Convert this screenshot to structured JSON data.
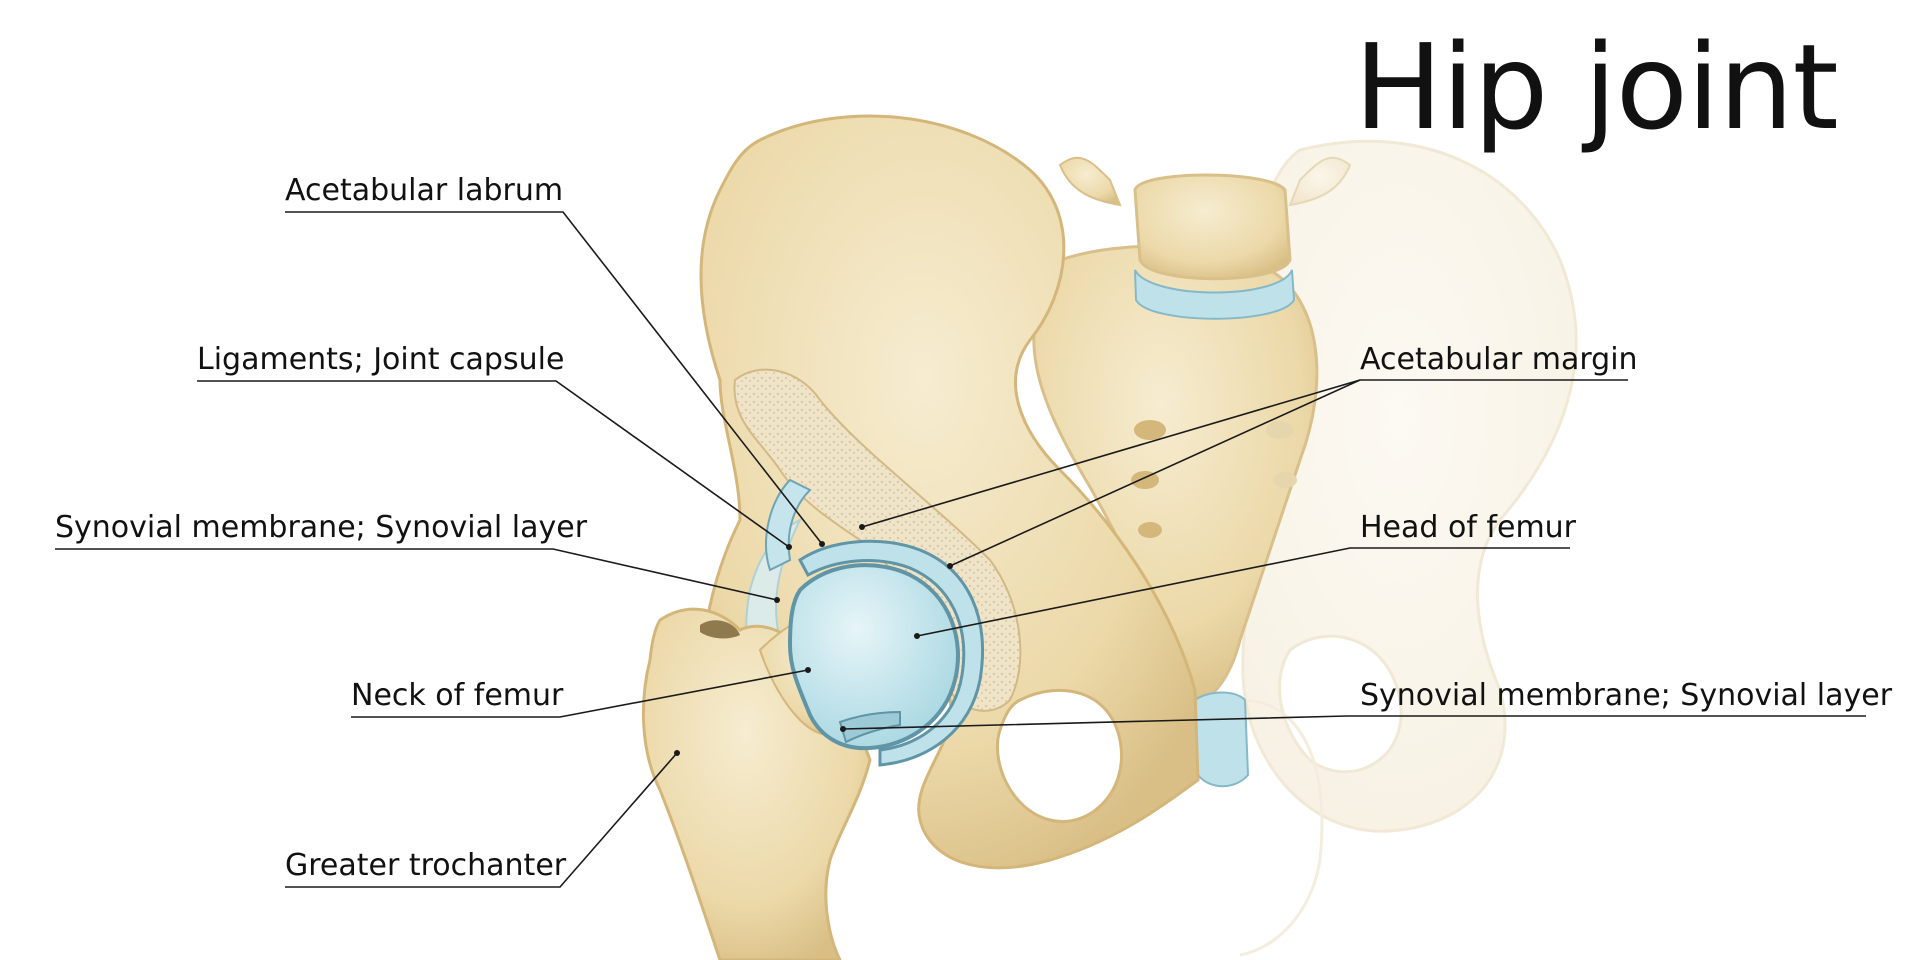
{
  "title": "Hip joint",
  "labels": {
    "acetabular_labrum": "Acetabular labrum",
    "ligaments_joint_capsule": "Ligaments; Joint capsule",
    "synovial_membrane_left": "Synovial membrane; Synovial layer",
    "neck_of_femur": "Neck of femur",
    "greater_trochanter": "Greater trochanter",
    "acetabular_margin": "Acetabular margin",
    "head_of_femur": "Head of femur",
    "synovial_membrane_right": "Synovial membrane; Synovial layer"
  },
  "colors": {
    "bone": "#efdfb6",
    "bone_shadow": "#dcc591",
    "cartilage": "#bfe2ea",
    "cartilage_edge": "#6ea4b4",
    "spongy_bone": "#e8dcc4",
    "leader_line": "#1a1a1a"
  }
}
